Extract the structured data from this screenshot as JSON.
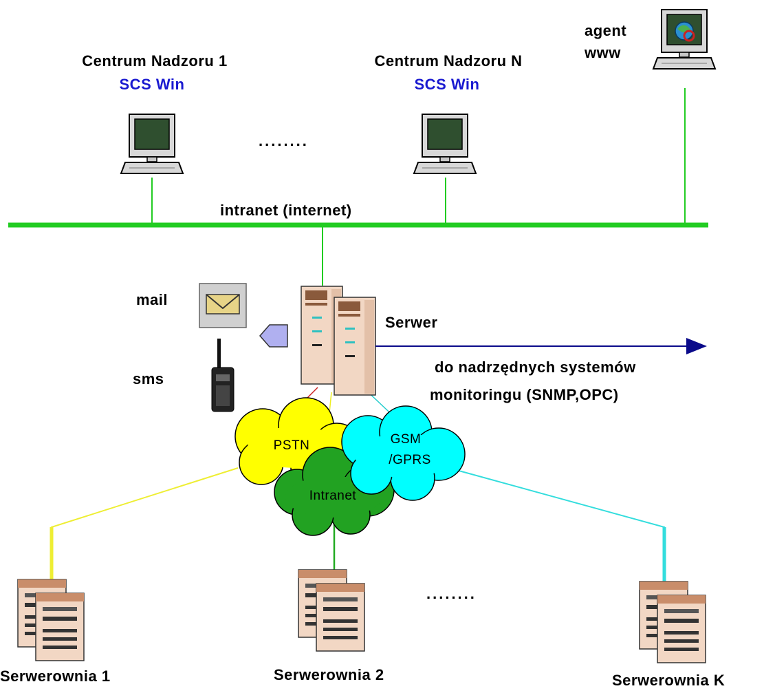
{
  "terminals": {
    "centrum1": {
      "title": "Centrum Nadzoru 1",
      "app": "SCS Win"
    },
    "centrumN": {
      "title": "Centrum Nadzoru N",
      "app": "SCS Win"
    },
    "agent": {
      "line1": "agent",
      "line2": "www"
    },
    "ellipsis": "........"
  },
  "network": {
    "intranet_label": "intranet (internet)"
  },
  "server": {
    "label": "Serwer"
  },
  "alerts": {
    "mail": "mail",
    "sms": "sms"
  },
  "upstream": {
    "line1": "do nadrzędnych systemów",
    "line2": "monitoringu (SNMP,OPC)"
  },
  "clouds": {
    "pstn": "PSTN",
    "gsm_line1": "GSM",
    "gsm_line2": "/GPRS",
    "intranet": "Intranet"
  },
  "server_rooms": {
    "room1": "Serwerownia 1",
    "room2": "Serwerownia 2",
    "roomK": "Serwerownia K",
    "ellipsis": "........"
  },
  "colors": {
    "network_line": "#22cc22",
    "pstn": "#ffff00",
    "gsm": "#00ffff",
    "intranet_cloud": "#22a222",
    "arrow": "#0a0a8a",
    "label_blue": "#1a1ad0"
  }
}
